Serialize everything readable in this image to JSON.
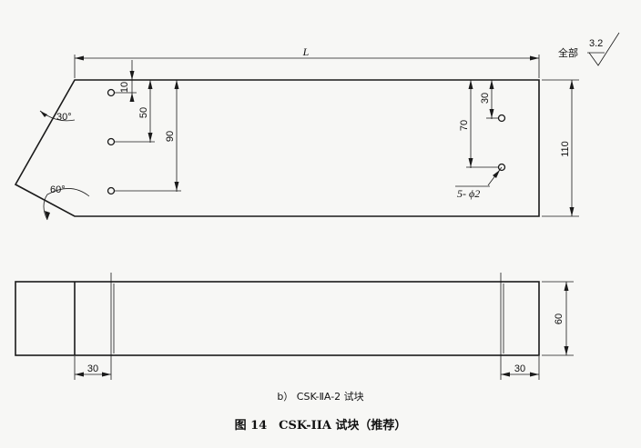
{
  "dims": {
    "length": "L",
    "hole_10": "10",
    "hole_50": "50",
    "hole_90": "90",
    "hole_30": "30",
    "hole_70": "70",
    "height_110": "110",
    "holes": "5- ϕ2",
    "angle_30": "30°",
    "angle_60": "60°",
    "side_30_left": "30",
    "side_30_right": "30",
    "thickness_60": "60"
  },
  "roughness": {
    "label": "全部",
    "value": "3.2"
  },
  "captions": {
    "sub": "b） CSK-ⅡA-2 试块",
    "main": "图 14　CSK-IIA 试块（推荐）"
  }
}
